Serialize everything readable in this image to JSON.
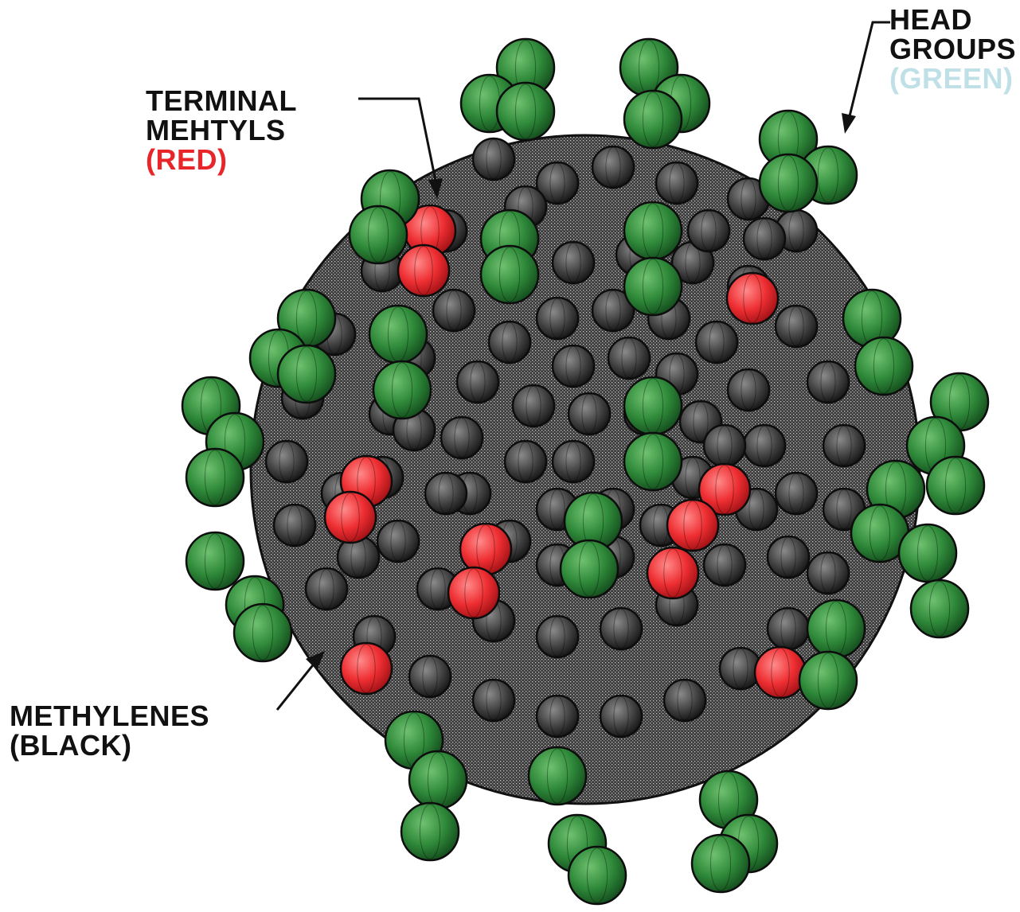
{
  "labels": {
    "terminal_methyls": {
      "line1": "TERMINAL",
      "line2": "MEHTYLS",
      "line3": "(RED)",
      "line3_color": "#e8262a"
    },
    "head_groups": {
      "line1": "HEAD",
      "line2": "GROUPS",
      "line3": "(GREEN)",
      "line3_color": "#bfe0e6"
    },
    "methylenes": {
      "line1": "METHYLENES",
      "line2": "(BLACK)"
    }
  },
  "colors": {
    "head_group_green": "#2f8a3a",
    "terminal_methyl_red": "#e8262a",
    "methylene_dark": "#3a3a3a",
    "label_text": "#111111"
  }
}
